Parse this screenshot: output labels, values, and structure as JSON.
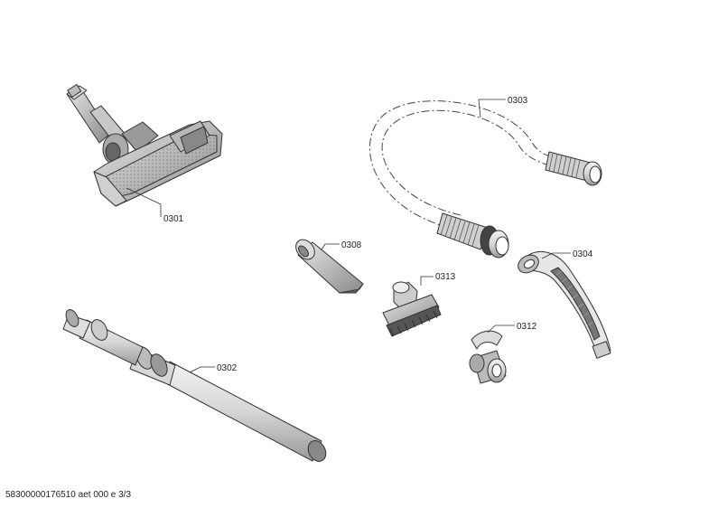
{
  "parts": [
    {
      "id": "floor-nozzle",
      "label": "0301"
    },
    {
      "id": "telescopic-tube",
      "label": "0302"
    },
    {
      "id": "hose",
      "label": "0303"
    },
    {
      "id": "handle",
      "label": "0304"
    },
    {
      "id": "crevice-tool",
      "label": "0308"
    },
    {
      "id": "accessory-clip",
      "label": "0312"
    },
    {
      "id": "dusting-brush",
      "label": "0313"
    }
  ],
  "footer": "58300000176510 aet 000 e 3/3"
}
